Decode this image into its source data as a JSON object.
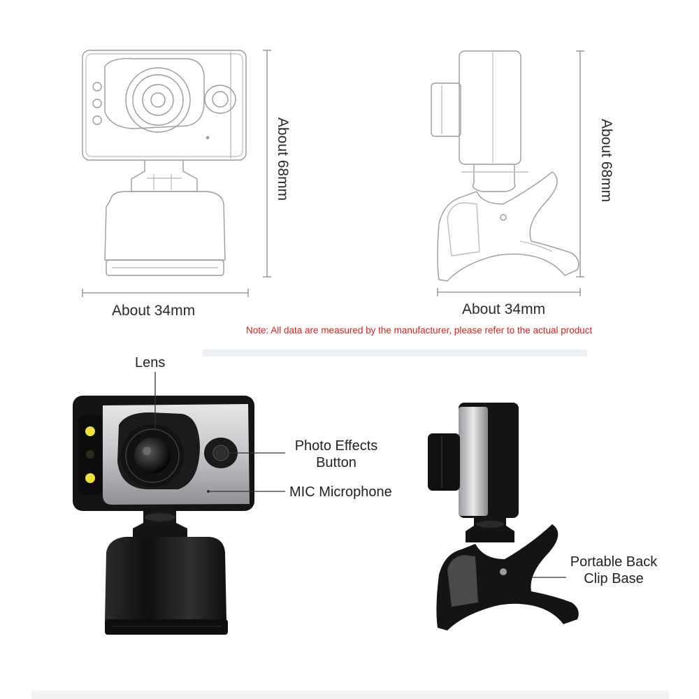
{
  "dimensions": {
    "front_width": "About 34mm",
    "front_height": "About 68mm",
    "side_width": "About 34mm",
    "side_height": "About 68mm"
  },
  "note": "Note: All data are measured by the manufacturer, please refer to the actual product",
  "callouts": {
    "lens": "Lens",
    "photo_effects_line1": "Photo Effects",
    "photo_effects_line2": "Button",
    "mic": "MIC Microphone",
    "clip_line1": "Portable Back",
    "clip_line2": "Clip Base"
  },
  "colors": {
    "note": "#e0201a",
    "body_black": "#141414",
    "faceplate_silver": "#c9c9cc",
    "led_yellow": "#f0e23a"
  }
}
